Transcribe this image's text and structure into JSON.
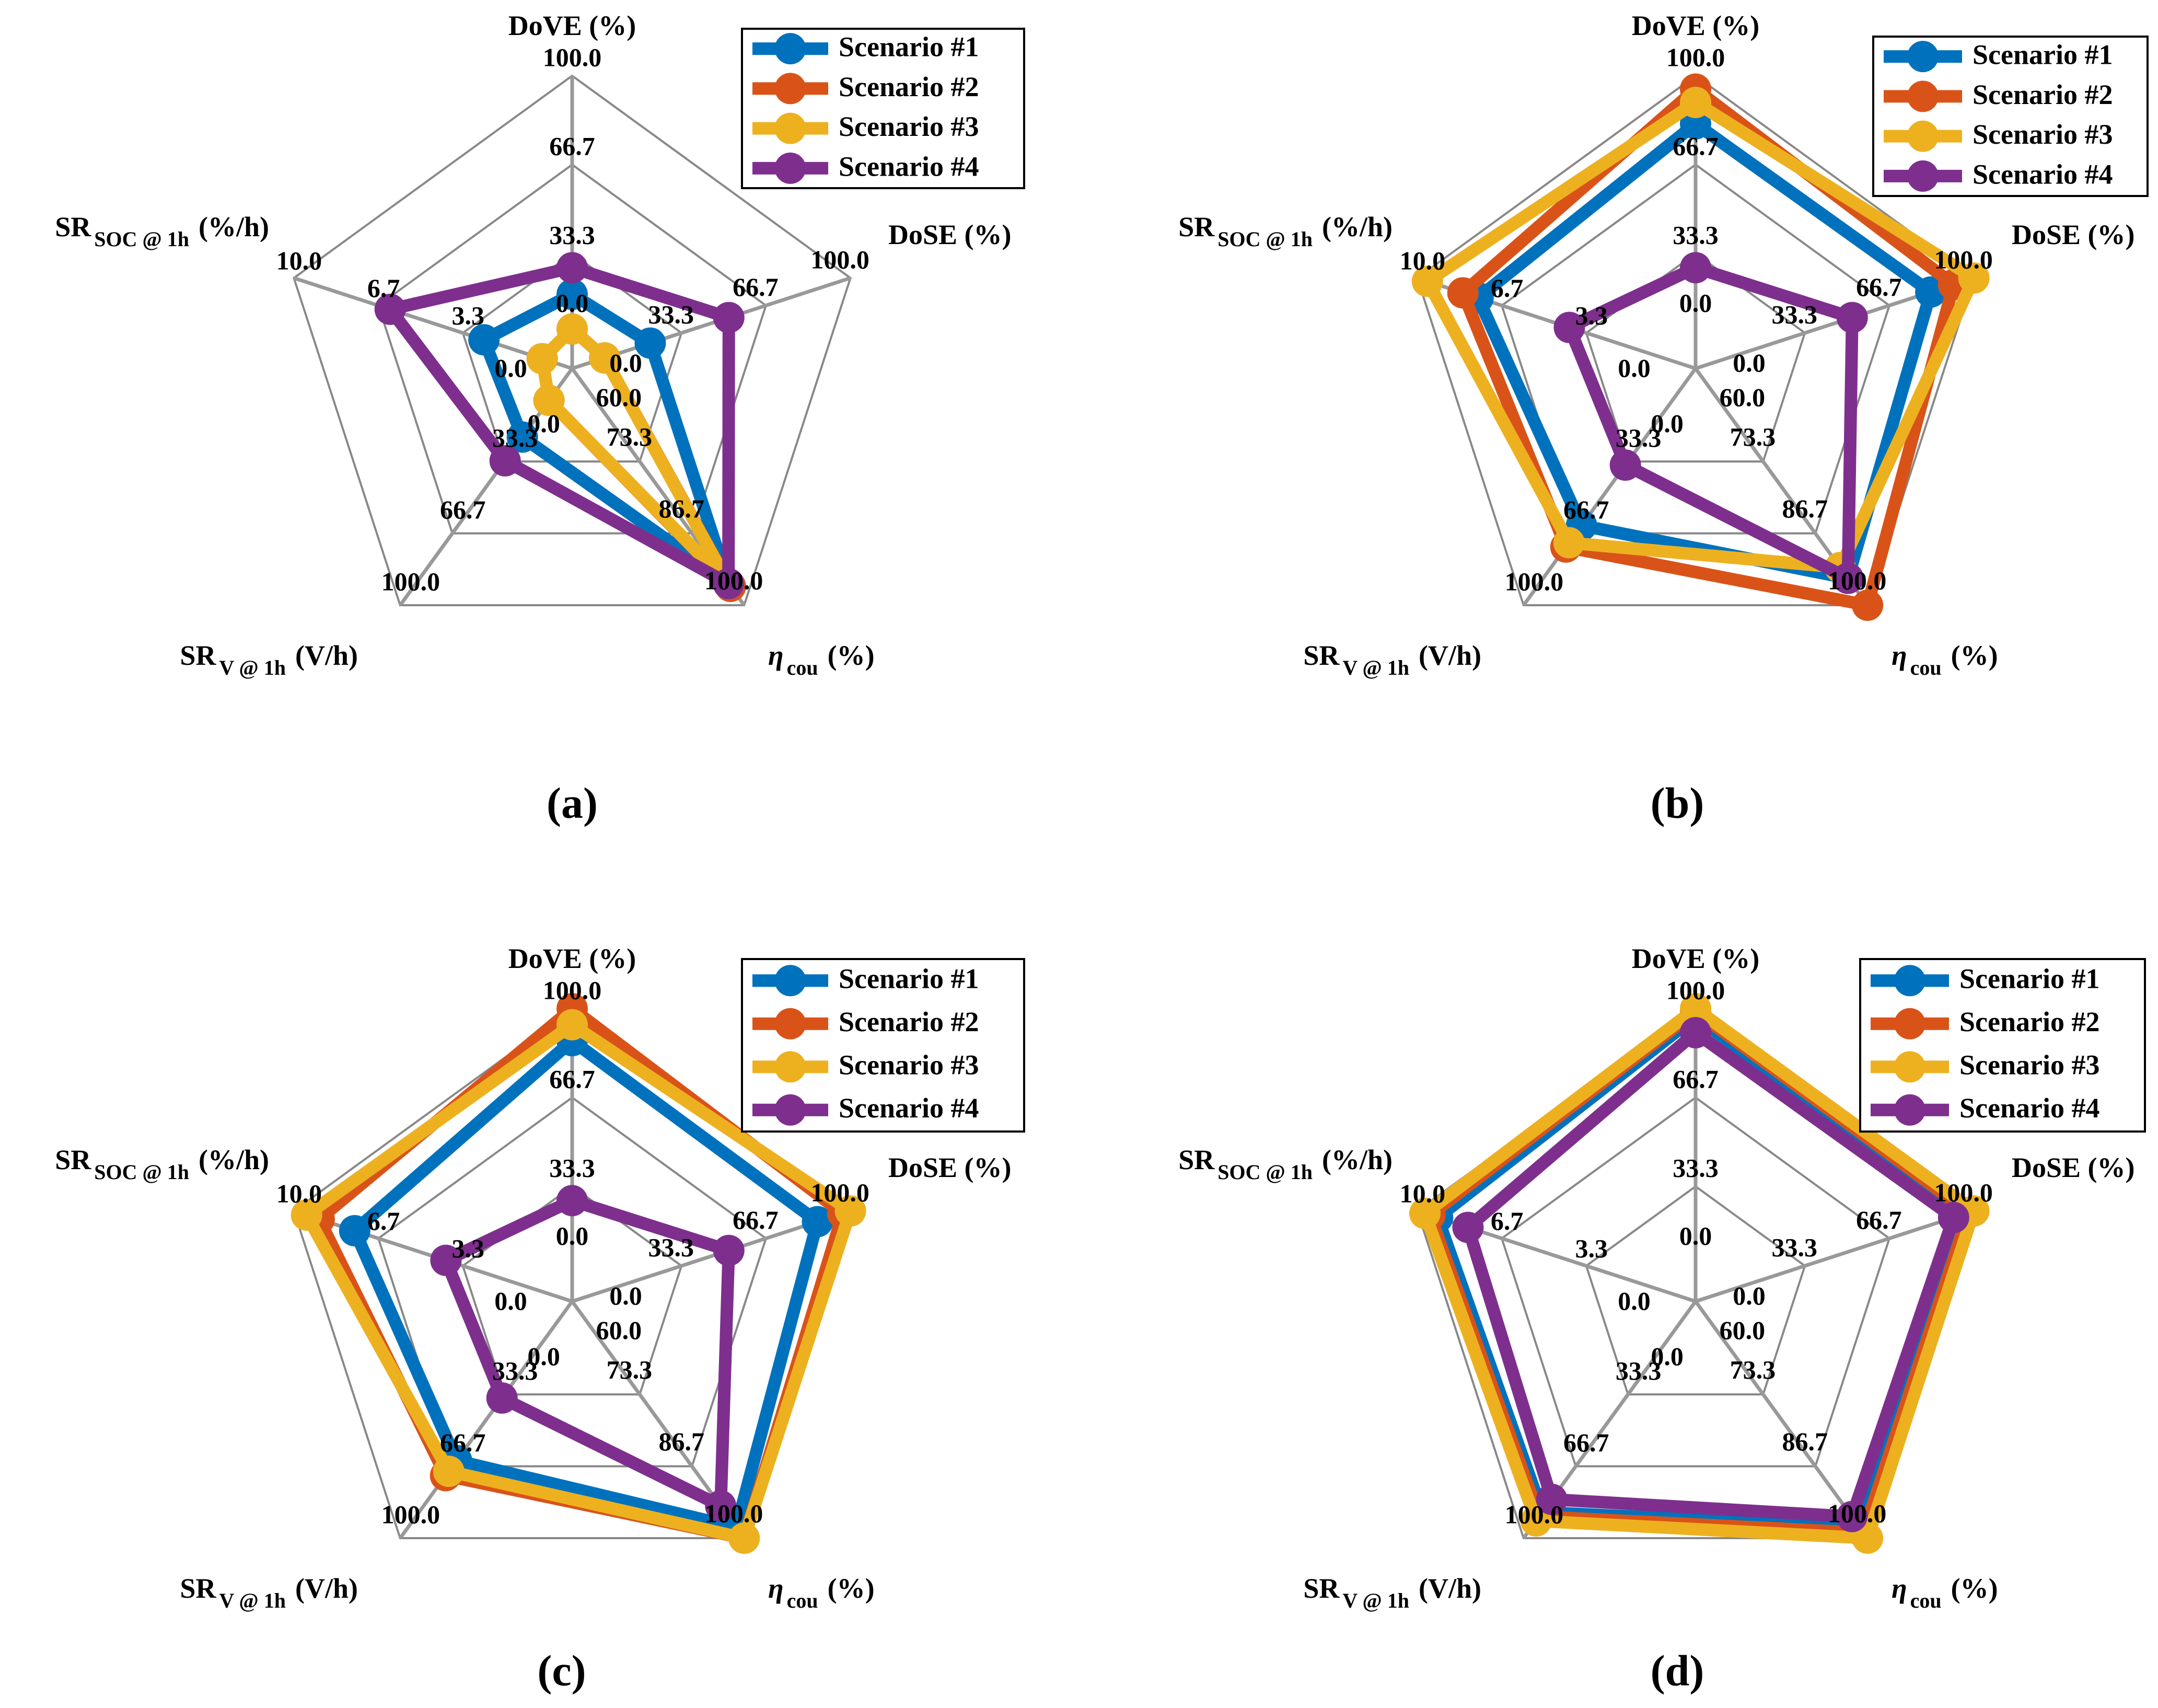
{
  "colors": {
    "scenario1": "#0072BD",
    "scenario2": "#D95319",
    "scenario3": "#EDB120",
    "scenario4": "#7E2F8E",
    "grid": "#888888",
    "spoke": "#999999"
  },
  "axes": [
    {
      "key": "dove",
      "label": "DoVE (%)",
      "min": 0,
      "max": 100,
      "ticks": [
        "0.0",
        "33.3",
        "66.7",
        "100.0"
      ]
    },
    {
      "key": "dose",
      "label": "DoSE (%)",
      "min": 0,
      "max": 100,
      "ticks": [
        "0.0",
        "33.3",
        "66.7",
        "100.0"
      ]
    },
    {
      "key": "eta",
      "label": "η",
      "sub": "cou",
      "unit": "(%)",
      "min": 60,
      "max": 100,
      "ticks": [
        "60.0",
        "73.3",
        "86.7",
        "100.0"
      ]
    },
    {
      "key": "srv",
      "label": "SR",
      "sub": "V @ 1h",
      "unit": "(V/h)",
      "min": 0,
      "max": 100,
      "ticks": [
        "0.0",
        "33.3",
        "66.7",
        "100.0"
      ]
    },
    {
      "key": "srsoc",
      "label": "SR",
      "sub": "SOC @ 1h",
      "unit": "(%/h)",
      "min": 0,
      "max": 10,
      "ticks": [
        "0.0",
        "3.3",
        "6.7",
        "10.0"
      ]
    }
  ],
  "legend": [
    "Scenario #1",
    "Scenario #2",
    "Scenario #3",
    "Scenario #4"
  ],
  "chart_data": [
    {
      "type": "radar",
      "panel_label": "(a)",
      "axes": [
        "DoVE (%)",
        "DoSE (%)",
        "ηcou (%)",
        "SRV @ 1h (V/h)",
        "SRSOC @ 1h (%/h)"
      ],
      "legend_placement": "top-right",
      "series": [
        {
          "name": "Scenario #1",
          "values": [
            18,
            21,
            96,
            22,
            2.5
          ]
        },
        {
          "name": "Scenario #2",
          "values": [
            5,
            3,
            96.5,
            5,
            0.2
          ]
        },
        {
          "name": "Scenario #3",
          "values": [
            5,
            3,
            96,
            5,
            0.2
          ]
        },
        {
          "name": "Scenario #4",
          "values": [
            28,
            52,
            96,
            33,
            6.2
          ]
        }
      ]
    },
    {
      "type": "radar",
      "panel_label": "(b)",
      "axes": [
        "DoVE (%)",
        "DoSE (%)",
        "ηcou (%)",
        "SRV @ 1h (V/h)",
        "SRSOC @ 1h (%/h)"
      ],
      "legend_placement": "top-right",
      "series": [
        {
          "name": "Scenario #1",
          "values": [
            82,
            83,
            95,
            63,
            7.6
          ]
        },
        {
          "name": "Scenario #2",
          "values": [
            95,
            92,
            100,
            73,
            8.2
          ]
        },
        {
          "name": "Scenario #3",
          "values": [
            90,
            100,
            93,
            71,
            9.6
          ]
        },
        {
          "name": "Scenario #4",
          "values": [
            28,
            52,
            95,
            35,
            4.0
          ]
        }
      ]
    },
    {
      "type": "radar",
      "panel_label": "(c)",
      "axes": [
        "DoVE (%)",
        "DoSE (%)",
        "ηcou (%)",
        "SRV @ 1h (V/h)",
        "SRSOC @ 1h (%/h)"
      ],
      "legend_placement": "top-right",
      "series": [
        {
          "name": "Scenario #1",
          "values": [
            88,
            87,
            98,
            64,
            7.6
          ]
        },
        {
          "name": "Scenario #2",
          "values": [
            100,
            97,
            100,
            71,
            9.0
          ]
        },
        {
          "name": "Scenario #3",
          "values": [
            94,
            100,
            100,
            69,
            9.5
          ]
        },
        {
          "name": "Scenario #4",
          "values": [
            28,
            52,
            94,
            35,
            4.0
          ]
        }
      ]
    },
    {
      "type": "radar",
      "panel_label": "(d)",
      "axes": [
        "DoVE (%)",
        "DoSE (%)",
        "ηcou (%)",
        "SRV @ 1h (V/h)",
        "SRSOC @ 1h (%/h)"
      ],
      "legend_placement": "top-right",
      "series": [
        {
          "name": "Scenario #1",
          "values": [
            97,
            96,
            98,
            88,
            9.2
          ]
        },
        {
          "name": "Scenario #2",
          "values": [
            99,
            98,
            99,
            90,
            9.5
          ]
        },
        {
          "name": "Scenario #3",
          "values": [
            100,
            100,
            100,
            92,
            9.7
          ]
        },
        {
          "name": "Scenario #4",
          "values": [
            91,
            92,
            96,
            82,
            8.0
          ]
        }
      ]
    }
  ]
}
